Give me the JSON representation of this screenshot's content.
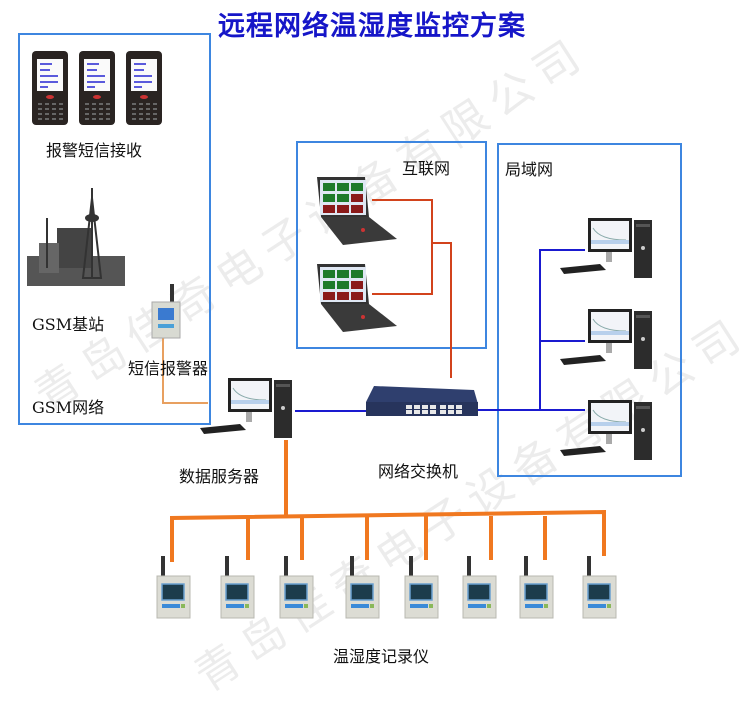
{
  "title": "远程网络温湿度监控方案",
  "watermark": "青岛佳奇电子设备有限公司",
  "sections": {
    "gsm": {
      "sms_receive_label": "报警短信接收",
      "base_station_label": "GSM基站",
      "sms_alarm_label": "短信报警器",
      "network_label": "GSM网络"
    },
    "internet": {
      "label": "互联网"
    },
    "lan": {
      "label": "局域网"
    }
  },
  "nodes": {
    "server_label": "数据服务器",
    "switch_label": "网络交换机",
    "loggers_label": "温湿度记录仪",
    "logger_count": 8,
    "phone_count": 3,
    "laptop_count": 2,
    "lan_pc_count": 3
  },
  "colors": {
    "title": "#1616c8",
    "box_border": "#3d86e0",
    "lan_wire": "#1a1ad0",
    "internet_wire": "#d2431c",
    "rs485_wire": "#f07820",
    "sms_wire": "#e8a060"
  }
}
